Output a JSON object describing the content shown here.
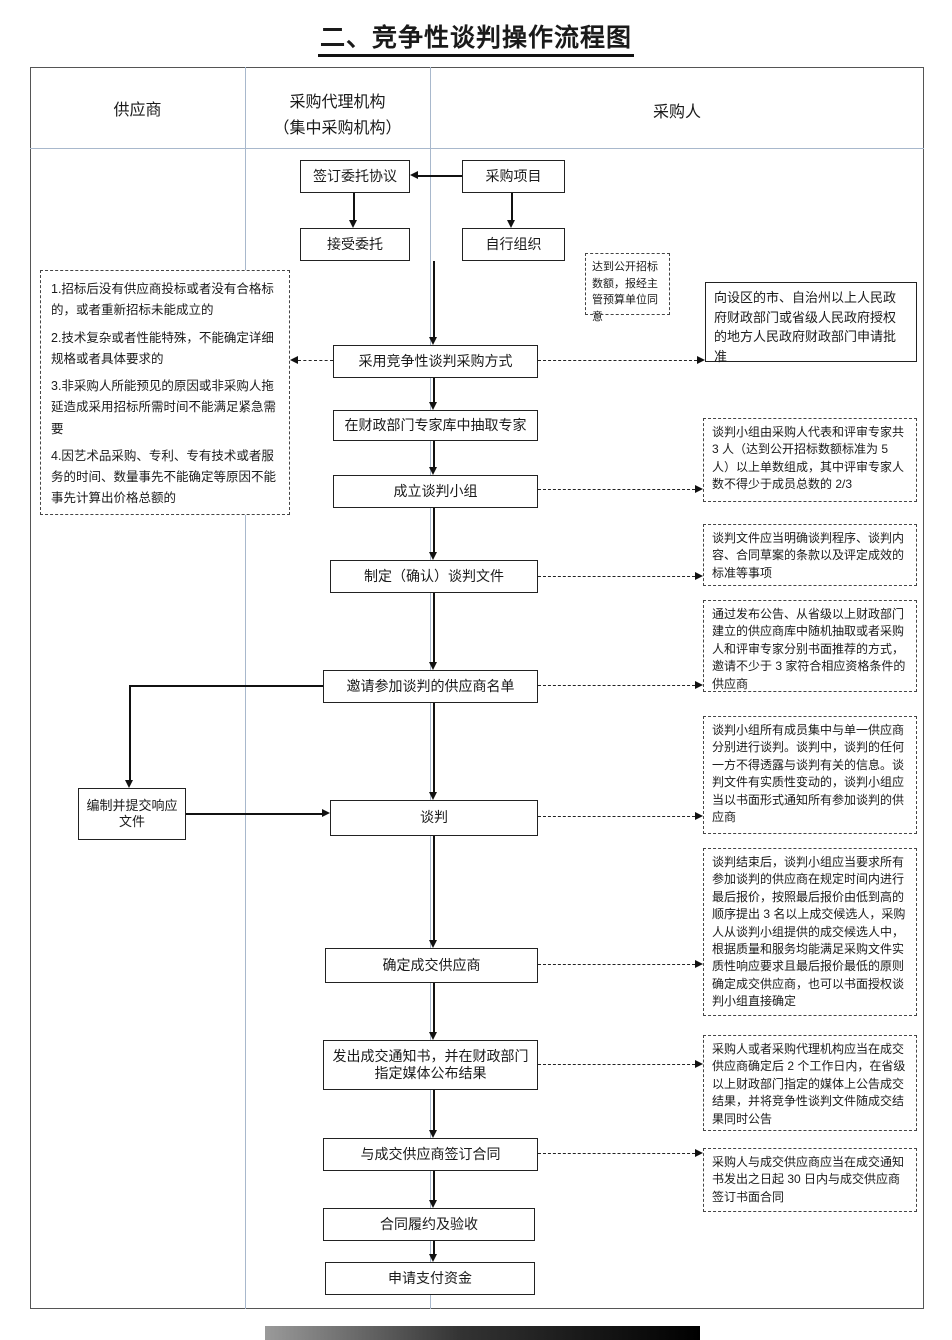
{
  "title": "二、竞争性谈判操作流程图",
  "lanes": {
    "supplier": "供应商",
    "agency": "采购代理机构",
    "agency_sub": "（集中采购机构）",
    "purchaser": "采购人"
  },
  "flow": {
    "sign_agreement": "签订委托协议",
    "project": "采购项目",
    "accept": "接受委托",
    "self_organize": "自行组织",
    "adopt": "采用竞争性谈判采购方式",
    "experts": "在财政部门专家库中抽取专家",
    "group": "成立谈判小组",
    "documents": "制定（确认）谈判文件",
    "invite": "邀请参加谈判的供应商名单",
    "negotiate": "谈判",
    "determine": "确定成交供应商",
    "notice": "发出成交通知书，并在财政部门指定媒体公布结果",
    "contract": "与成交供应商签订合同",
    "fulfill": "合同履约及验收",
    "payment": "申请支付资金",
    "response_doc": "编制并提交响应文件"
  },
  "notes": {
    "conditions": [
      "1.招标后没有供应商投标或者没有合格标的，或者重新招标未能成立的",
      "2.技术复杂或者性能特殊，不能确定详细规格或者具体要求的",
      "3.非采购人所能预见的原因或非采购人拖延造成采用招标所需时间不能满足紧急需要",
      "4.因艺术品采购、专利、专有技术或者服务的时间、数量事先不能确定等原因不能事先计算出价格总额的"
    ],
    "threshold": "达到公开招标数额，报经主管预算单位同意",
    "approval": "向设区的市、自治州以上人民政府财政部门或省级人民政府授权的地方人民政府财政部门申请批准",
    "group_note": "谈判小组由采购人代表和评审专家共 3 人（达到公开招标数额标准为 5 人）以上单数组成，其中评审专家人数不得少于成员总数的 2/3",
    "documents_note": "谈判文件应当明确谈判程序、谈判内容、合同草案的条款以及评定成效的标准等事项",
    "invite_note": "通过发布公告、从省级以上财政部门建立的供应商库中随机抽取或者采购人和评审专家分别书面推荐的方式，邀请不少于 3 家符合相应资格条件的供应商",
    "negotiate_note": "谈判小组所有成员集中与单一供应商分别进行谈判。谈判中，谈判的任何一方不得透露与谈判有关的信息。谈判文件有实质性变动的，谈判小组应当以书面形式通知所有参加谈判的供应商",
    "determine_note": "谈判结束后，谈判小组应当要求所有参加谈判的供应商在规定时间内进行最后报价，按照最后报价由低到高的顺序提出 3 名以上成交候选人，采购人从谈判小组提供的成交候选人中，根据质量和服务均能满足采购文件实质性响应要求且最后报价最低的原则确定成交供应商，也可以书面授权谈判小组直接确定",
    "notice_note": "采购人或者采购代理机构应当在成交供应商确定后 2 个工作日内，在省级以上财政部门指定的媒体上公告成交结果，并将竞争性谈判文件随成交结果同时公告",
    "contract_note": "采购人与成交供应商应当在成交通知书发出之日起 30 日内与成交供应商签订书面合同"
  },
  "colors": {
    "background": "#ffffff",
    "line": "#1a1a1a",
    "grid_line": "#a8b8cc",
    "text": "#1a1a1a"
  }
}
